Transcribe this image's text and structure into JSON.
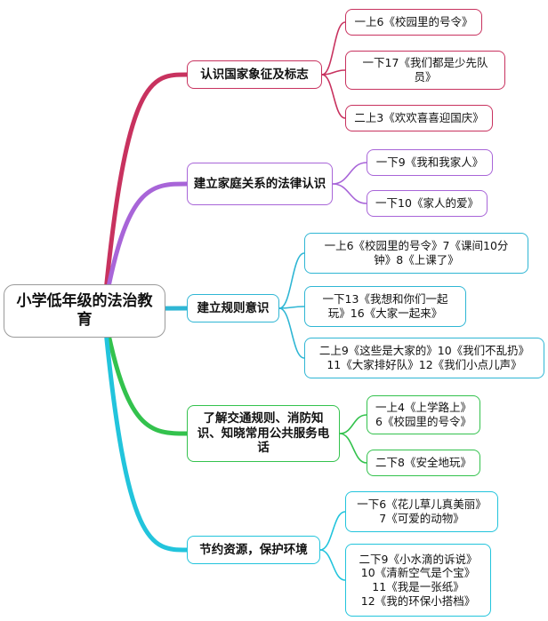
{
  "colors": {
    "branch1": "#c8325f",
    "branch2": "#a865d8",
    "branch3": "#2fb6d4",
    "branch4": "#33c24d",
    "branch5": "#22c4dc",
    "root_border": "#9a9a9a"
  },
  "root": {
    "label": "小学低年级的法治教育"
  },
  "branches": [
    {
      "label": "认识国家象征及标志",
      "leaves": [
        {
          "lines": [
            "一上6《校园里的号令》"
          ]
        },
        {
          "lines": [
            "一下17《我们都是少先队",
            "员》"
          ]
        },
        {
          "lines": [
            "二上3《欢欢喜喜迎国庆》"
          ]
        }
      ]
    },
    {
      "label": "建立家庭关系的法律认识",
      "leaves": [
        {
          "lines": [
            "一下9《我和我家人》"
          ]
        },
        {
          "lines": [
            "一下10《家人的爱》"
          ]
        }
      ]
    },
    {
      "label": "建立规则意识",
      "leaves": [
        {
          "lines": [
            "一上6《校园里的号令》7《课间10分",
            "钟》8《上课了》"
          ]
        },
        {
          "lines": [
            "一下13《我想和你们一起",
            "玩》16《大家一起来》"
          ]
        },
        {
          "lines": [
            "二上9《这些是大家的》10《我们不乱扔》",
            "11《大家排好队》12《我们小点儿声》"
          ]
        }
      ]
    },
    {
      "label": "了解交通规则、消防知识、知晓常用公共服务电话",
      "leaves": [
        {
          "lines": [
            "一上4《上学路上》",
            "6《校园里的号令》"
          ]
        },
        {
          "lines": [
            "二下8《安全地玩》"
          ]
        }
      ]
    },
    {
      "label": "节约资源，保护环境",
      "leaves": [
        {
          "lines": [
            "一下6《花儿草儿真美丽》",
            "7《可爱的动物》"
          ]
        },
        {
          "lines": [
            "二下9《小水滴的诉说》",
            "10《清新空气是个宝》",
            "11《我是一张纸》",
            "12《我的环保小搭档》"
          ]
        }
      ]
    }
  ]
}
